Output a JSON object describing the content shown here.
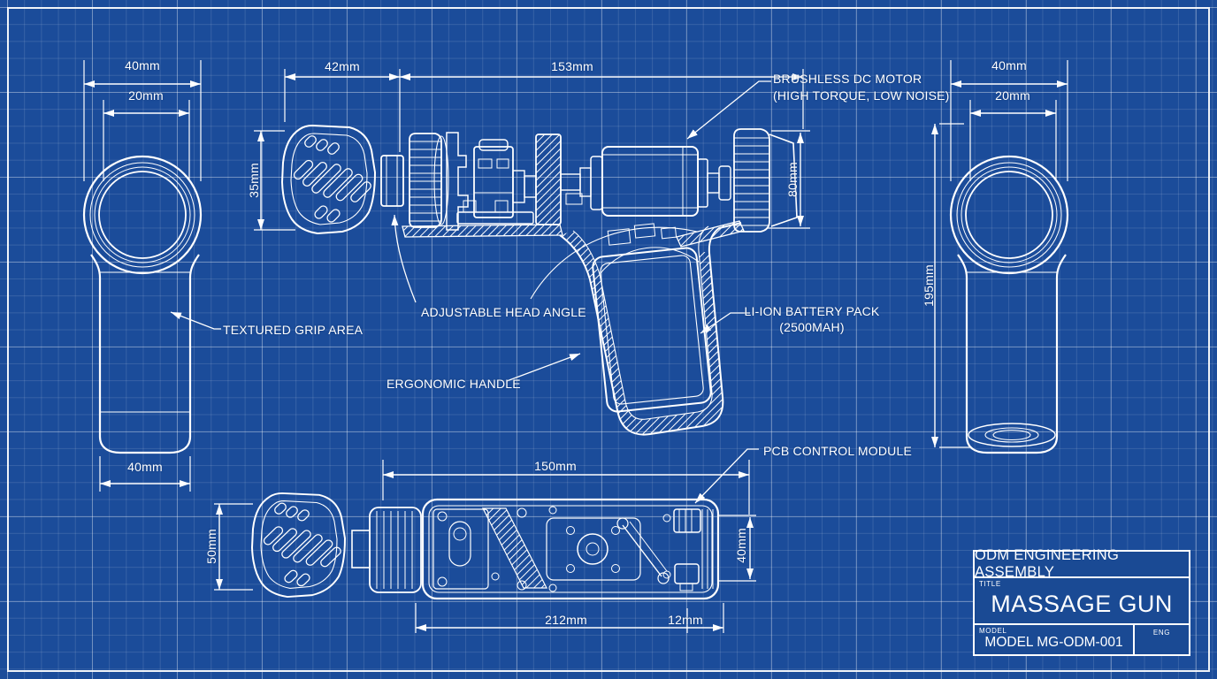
{
  "palette": {
    "background": "#1b4c9a",
    "line": "#ffffff",
    "grid_minor": "rgba(255,255,255,0.12)",
    "grid_major": "rgba(255,255,255,0.30)"
  },
  "title_block": {
    "company": "ODM ENGINEERING ASSEMBLY",
    "title_label": "TITLE",
    "title": "MASSAGE GUN",
    "model_label": "MODEL",
    "model": "MODEL MG-ODM-001",
    "eng_label": "ENG"
  },
  "annotations": {
    "brushless_motor_line1": "BRUSHLESS DC MOTOR",
    "brushless_motor_line2": "(HIGH TORQUE, LOW NOISE)",
    "adjustable_head_angle": "ADJUSTABLE HEAD ANGLE",
    "textured_grip_area": "TEXTURED GRIP AREA",
    "ergonomic_handle": "ERGONOMIC HANDLE",
    "battery_line1": "LI-ION BATTERY PACK",
    "battery_line2": "(2500MAH)",
    "pcb": "PCB CONTROL MODULE"
  },
  "dimensions": {
    "left_view": {
      "head_width": "40mm",
      "grip_width": "20mm",
      "base_width": "40mm"
    },
    "exploded_view": {
      "head_length": "42mm",
      "assembly_length": "153mm",
      "head_height": "35mm",
      "motor_section_height": "80mm"
    },
    "right_view": {
      "head_width": "40mm",
      "grip_width": "20mm",
      "overall_height": "195mm"
    },
    "top_view": {
      "body_length": "150mm",
      "head_height": "50mm",
      "overall_length": "212mm",
      "tail_length": "12mm",
      "body_width": "40mm"
    }
  }
}
